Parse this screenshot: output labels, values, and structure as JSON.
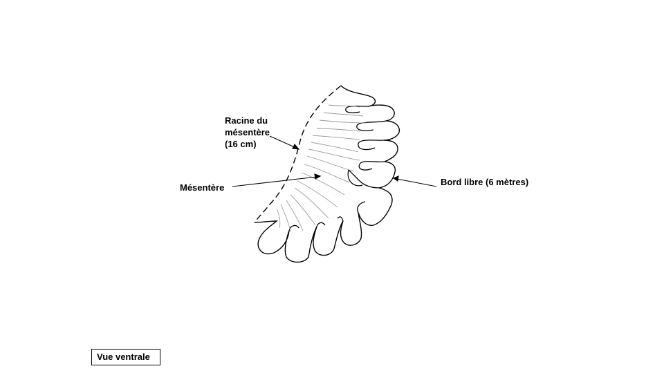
{
  "labels": {
    "racine": "Racine du\nmésentère\n(16 cm)",
    "mesentere": "Mésentère",
    "bord_libre": "Bord libre (6 mètres)"
  },
  "view": {
    "label": "Vue ventrale"
  },
  "colors": {
    "line": "#000000",
    "fiber": "#9a9a9a"
  }
}
